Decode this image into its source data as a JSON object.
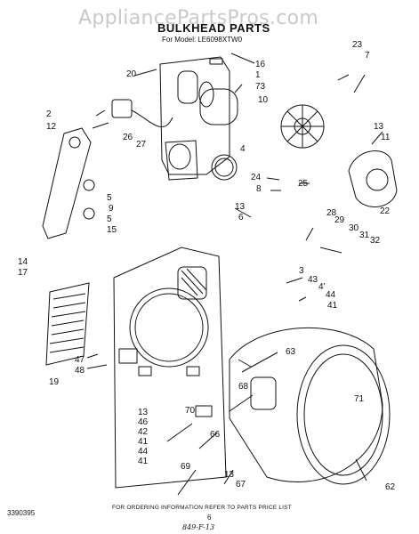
{
  "watermark": "AppliancePartsPros.com",
  "title": "BULKHEAD PARTS",
  "model_label": "For Model:",
  "model_value": "LE6098XTW0",
  "footer_note": "FOR ORDERING INFORMATION REFER TO PARTS PRICE LIST",
  "page_number": "6",
  "doc_number": "3390395",
  "handwritten_note": "849-F-13",
  "callouts": [
    "20",
    "16",
    "1",
    "73",
    "2",
    "12",
    "26",
    "27",
    "4",
    "10",
    "23",
    "7",
    "13",
    "11",
    "24",
    "8",
    "25",
    "5",
    "9",
    "5",
    "15",
    "13",
    "6",
    "22",
    "28",
    "29",
    "30",
    "31",
    "32",
    "14",
    "17",
    "3",
    "43",
    "4'",
    "44",
    "41",
    "63",
    "47",
    "48",
    "19",
    "13",
    "46",
    "42",
    "41",
    "44",
    "41",
    "70",
    "66",
    "68",
    "71",
    "69",
    "13",
    "67",
    "62"
  ],
  "colors": {
    "ink": "#111111",
    "watermark": "#c9c9c9",
    "background": "#ffffff"
  }
}
